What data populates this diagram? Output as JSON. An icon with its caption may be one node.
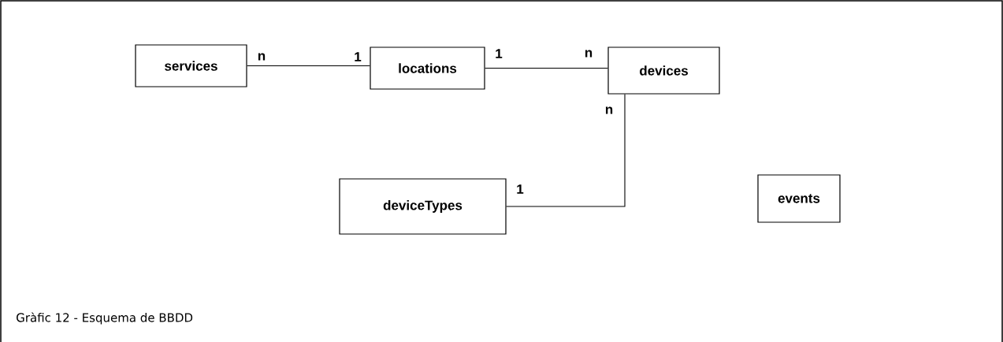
{
  "diagram": {
    "caption": "Gràfic 12 - Esquema de BBDD",
    "nodes": [
      {
        "text": [
          "services"
        ]
      },
      {
        "text": [
          "locations"
        ]
      },
      {
        "text": [
          "devices"
        ]
      },
      {
        "text": [
          "deviceTypes"
        ]
      },
      {
        "text": [
          "events"
        ]
      }
    ],
    "edges": [
      {
        "from": 0,
        "to": 1,
        "arrow": "none"
      },
      {
        "from": 1,
        "to": 2,
        "arrow": "none"
      },
      {
        "from": 2,
        "to": 3,
        "arrow": "none"
      }
    ],
    "labels": [
      "n",
      "1",
      "1",
      "n",
      "n",
      "1"
    ]
  }
}
